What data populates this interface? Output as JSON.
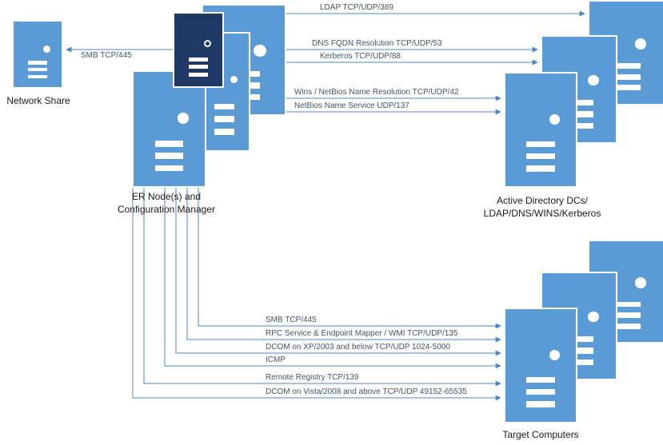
{
  "diagram": {
    "nodes": {
      "network_share": {
        "caption": "Network Share"
      },
      "er_cluster": {
        "caption_line1": "ER Node(s) and",
        "caption_line2": "Configuration Manager"
      },
      "ad_cluster": {
        "caption_line1": "Active Directory DCs/",
        "caption_line2": "LDAP/DNS/WINS/Kerberos"
      },
      "target_cluster": {
        "caption": "Target Computers"
      }
    },
    "edges": {
      "smb_share": {
        "label": "SMB TCP/445"
      },
      "ldap": {
        "label": "LDAP TCP/UDP/389"
      },
      "dns": {
        "label": "DNS FQDN Resolution TCP/UDP/53"
      },
      "kerberos": {
        "label": "Kerberos TCP/UDP/88"
      },
      "wins": {
        "label": "Wins / NetBios Name Resolution TCP/UDP/42"
      },
      "netbios": {
        "label": "NetBios Name Service UDP/137"
      },
      "smb_target": {
        "label": "SMB TCP/445"
      },
      "rpc_wmi": {
        "label": "RPC Service & Endpoint Mapper / WMI TCP/UDP/135"
      },
      "dcom_legacy": {
        "label": "DCOM on XP/2003 and below TCP/UDP 1024-5000"
      },
      "icmp": {
        "label": "ICMP"
      },
      "remote_registry": {
        "label": "Remote Registry TCP/139"
      },
      "dcom_modern": {
        "label": "DCOM on Vista/2008 and above TCP/UDP 49152-65535"
      }
    },
    "colors": {
      "server_fill": "#5B9BD5",
      "server_dark_fill": "#1F3864",
      "connector": "#5085C3",
      "label_text": "#44546A",
      "caption_text": "#1A1A1A"
    }
  }
}
